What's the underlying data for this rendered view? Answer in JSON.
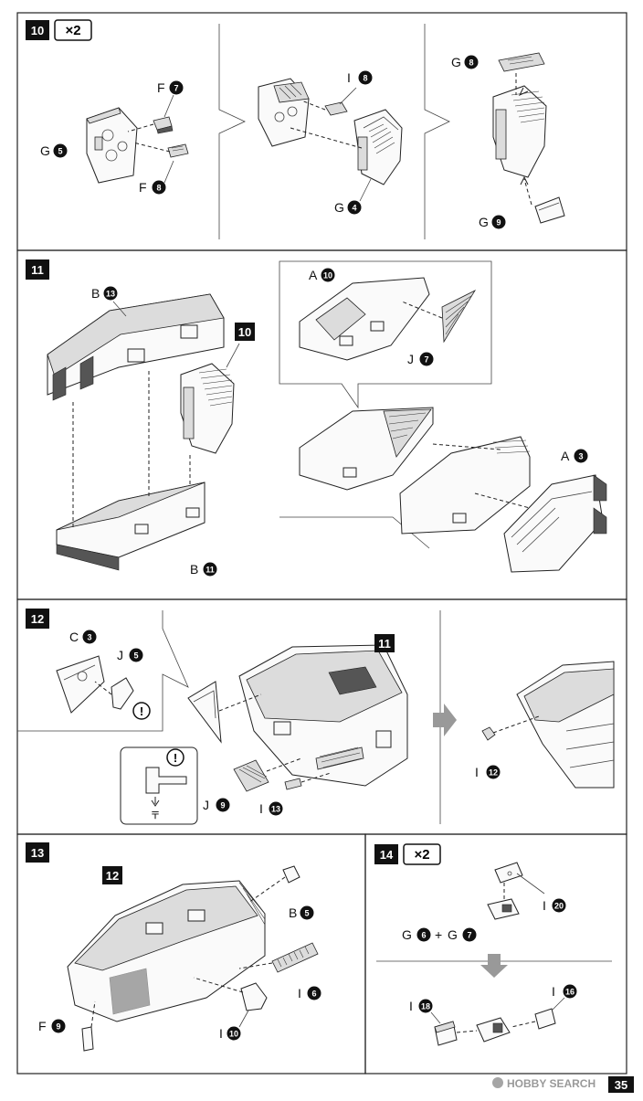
{
  "steps": [
    {
      "num": "10",
      "multiplier": "×2"
    },
    {
      "num": "11"
    },
    {
      "num": "12"
    },
    {
      "num": "13"
    },
    {
      "num": "14",
      "multiplier": "×2"
    }
  ],
  "parts": {
    "s10_f7": {
      "letter": "F",
      "num": "7"
    },
    "s10_g5": {
      "letter": "G",
      "num": "5"
    },
    "s10_f8": {
      "letter": "F",
      "num": "8"
    },
    "s10_i8": {
      "letter": "I",
      "num": "8"
    },
    "s10_g4": {
      "letter": "G",
      "num": "4"
    },
    "s10_g8": {
      "letter": "G",
      "num": "8"
    },
    "s10_g9": {
      "letter": "G",
      "num": "9"
    },
    "s11_b13": {
      "letter": "B",
      "num": "13"
    },
    "s11_ref10": "10",
    "s11_b11": {
      "letter": "B",
      "num": "11"
    },
    "s11_a10": {
      "letter": "A",
      "num": "10"
    },
    "s11_j7": {
      "letter": "J",
      "num": "7"
    },
    "s11_a3": {
      "letter": "A",
      "num": "3"
    },
    "s12_c3": {
      "letter": "C",
      "num": "3"
    },
    "s12_j5": {
      "letter": "J",
      "num": "5"
    },
    "s12_ref11": "11",
    "s12_j9": {
      "letter": "J",
      "num": "9"
    },
    "s12_i13": {
      "letter": "I",
      "num": "13"
    },
    "s12_i12": {
      "letter": "I",
      "num": "12"
    },
    "s13_ref12": "12",
    "s13_b5": {
      "letter": "B",
      "num": "5"
    },
    "s13_f9": {
      "letter": "F",
      "num": "9"
    },
    "s13_i10": {
      "letter": "I",
      "num": "10"
    },
    "s13_i6": {
      "letter": "I",
      "num": "6"
    },
    "s14_i20": {
      "letter": "I",
      "num": "20"
    },
    "s14_g6": {
      "letter": "G",
      "num": "6"
    },
    "s14_plus": "+",
    "s14_g7": {
      "letter": "G",
      "num": "7"
    },
    "s14_i18": {
      "letter": "I",
      "num": "18"
    },
    "s14_i16": {
      "letter": "I",
      "num": "16"
    }
  },
  "notes": {
    "warning_symbol": "!",
    "cut_mark": "〒"
  },
  "footer": {
    "watermark": "HOBBY SEARCH",
    "page": "35"
  },
  "colors": {
    "ink": "#111111",
    "arrow_gray": "#999999",
    "panel_bg": "#ffffff"
  }
}
